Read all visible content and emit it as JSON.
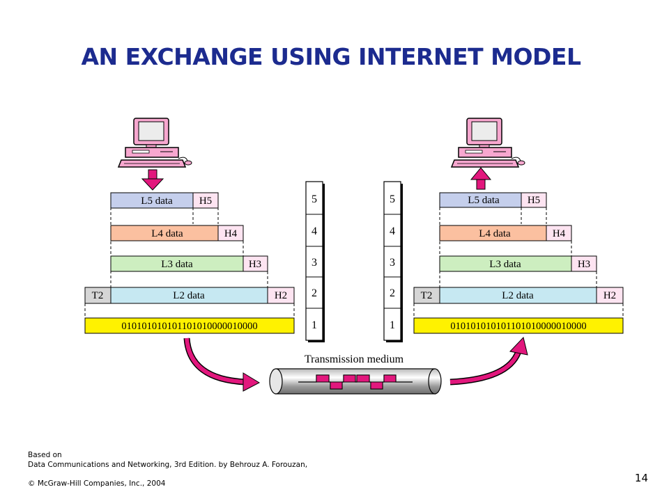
{
  "title": "AN EXCHANGE USING INTERNET MODEL",
  "colors": {
    "title": "#1c2b8f",
    "l5": "#c5cfec",
    "l4": "#fbc0a0",
    "l3": "#cdeec0",
    "l2": "#c6e8f2",
    "header_h": "#fde4f1",
    "trailer": "#d6d6d6",
    "bits": "#fff200",
    "arrow": "#e2177d"
  },
  "sender": {
    "icon": "computer-icon",
    "rows": [
      {
        "data": "L5 data",
        "header": "H5"
      },
      {
        "data": "L4 data",
        "header": "H4"
      },
      {
        "data": "L3 data",
        "header": "H3"
      },
      {
        "data": "L2 data",
        "header": "H2",
        "trailer": "T2"
      }
    ],
    "bits": "010101010101101010000010000"
  },
  "receiver": {
    "icon": "computer-icon",
    "rows": [
      {
        "data": "L5 data",
        "header": "H5"
      },
      {
        "data": "L4 data",
        "header": "H4"
      },
      {
        "data": "L3 data",
        "header": "H3"
      },
      {
        "data": "L2 data",
        "header": "H2",
        "trailer": "T2"
      }
    ],
    "bits": "010101010101101010000010000"
  },
  "stacks": {
    "left": [
      "5",
      "4",
      "3",
      "2",
      "1"
    ],
    "right": [
      "5",
      "4",
      "3",
      "2",
      "1"
    ]
  },
  "medium": {
    "label": "Transmission medium",
    "icon": "cable-tube-icon"
  },
  "footer": {
    "line1": "Based on",
    "line2": "Data Communications  and Networking, 3rd Edition.  by Behrouz A. Forouzan,",
    "line3": "© McGraw-Hill Companies, Inc., 2004"
  },
  "page_number": "14"
}
